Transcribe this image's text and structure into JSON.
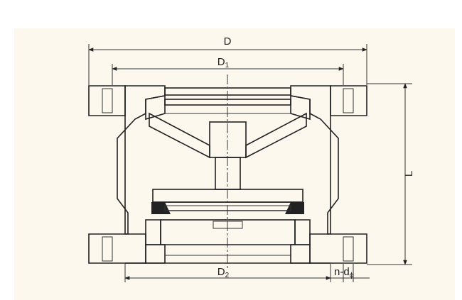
{
  "labels": {
    "D": "D",
    "D1_main": "D",
    "D1_sub": "1",
    "D2_main": "D",
    "D2_sub": "2",
    "L": "L",
    "nd_main": "n-d",
    "nd_sub": "ϕ"
  }
}
